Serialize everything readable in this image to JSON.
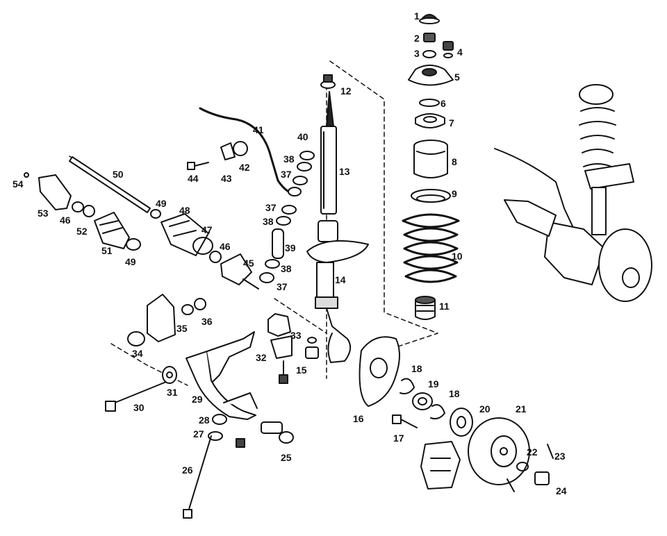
{
  "diagram": {
    "type": "exploded-parts-diagram",
    "line_color": "#111111",
    "background": "#ffffff",
    "callouts": [
      "1",
      "2",
      "3",
      "4",
      "5",
      "6",
      "7",
      "8",
      "9",
      "10",
      "11",
      "12",
      "13",
      "14",
      "15",
      "16",
      "17",
      "18",
      "19",
      "18",
      "20",
      "21",
      "22",
      "23",
      "24",
      "25",
      "26",
      "27",
      "28",
      "29",
      "30",
      "31",
      "32",
      "33",
      "34",
      "35",
      "36",
      "37",
      "38",
      "37",
      "38",
      "39",
      "37",
      "38",
      "40",
      "41",
      "42",
      "43",
      "44",
      "45",
      "46",
      "47",
      "48",
      "49",
      "50",
      "51",
      "52",
      "46",
      "53",
      "54",
      "49"
    ]
  }
}
